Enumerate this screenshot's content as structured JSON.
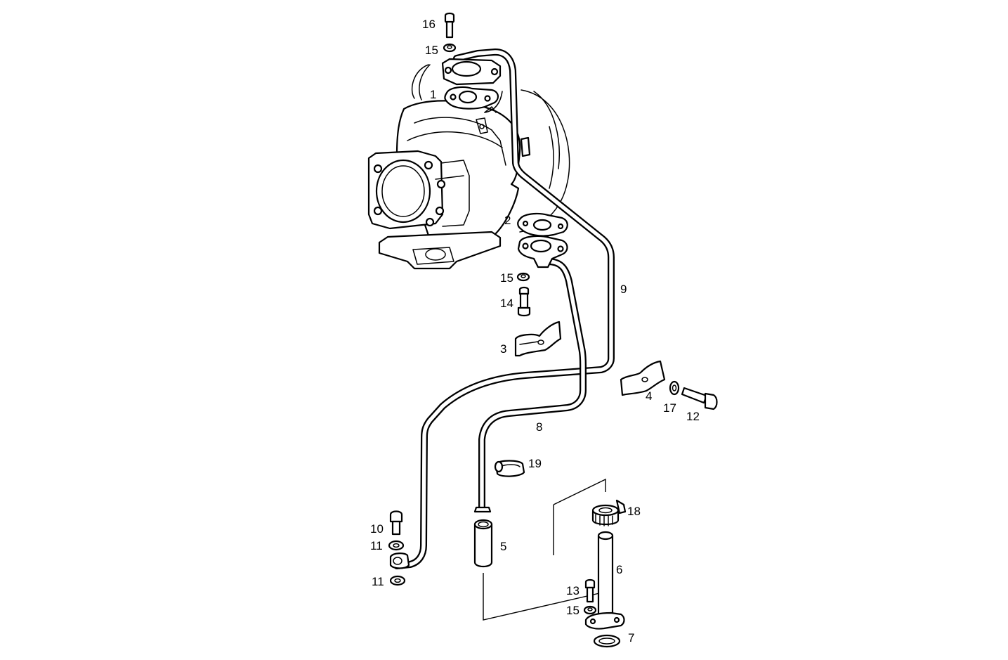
{
  "labels": {
    "p1": "1",
    "p2": "2",
    "p3": "3",
    "p4": "4",
    "p5": "5",
    "p6": "6",
    "p7": "7",
    "p8": "8",
    "p9": "9",
    "p10": "10",
    "p11a": "11",
    "p11b": "11",
    "p12": "12",
    "p13": "13",
    "p14": "14",
    "p15a": "15",
    "p15b": "15",
    "p15c": "15",
    "p16": "16",
    "p17": "17",
    "p18": "18",
    "p19": "19"
  }
}
